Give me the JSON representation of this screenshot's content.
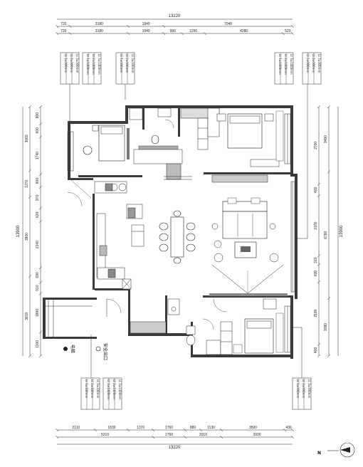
{
  "dimensions": {
    "top_total": "13220",
    "top_row1": [
      "720",
      "3180",
      "1940",
      "7040"
    ],
    "top_row2": [
      "720",
      "3180",
      "1940",
      "990",
      "1250",
      "4280",
      "520"
    ],
    "bottom_row1": [
      "2110",
      "1830",
      "1370",
      "1760",
      "880",
      "1130",
      "3500",
      "430"
    ],
    "bottom_row2": [
      "5310",
      "1760",
      "2010",
      "3930"
    ],
    "bottom_total": "13220",
    "left_total": "13900",
    "left_outer": [
      "3060",
      "1270",
      "3800",
      "3810"
    ],
    "left_inner": [
      "800",
      "600",
      "1740",
      "600",
      "970",
      "620",
      "2140",
      "690",
      "510",
      "1800",
      "1100"
    ],
    "right_total": "13900",
    "right_outer": [
      "3490",
      "6780",
      "3090"
    ],
    "right_inner": [
      "2700",
      "400",
      "2100",
      "310",
      "600",
      "2180",
      "400"
    ]
  },
  "notes": {
    "note_a": [
      "Lt 1≥300mm",
      "Lt 2≥300mm",
      "Lt 3≥300mm"
    ],
    "note_b": [
      "Lt 1≥1400mm",
      "Lt 2≥1400mm",
      "Lt 3≥1400mm"
    ],
    "note_c": [
      "Lt 1≥100mm",
      "Lt 2≥100mm",
      "Lt 3≥100mm"
    ]
  },
  "labels": {
    "elevator": "电梯",
    "safe_exit": "安全出口"
  },
  "compass": {
    "letter": "N"
  }
}
